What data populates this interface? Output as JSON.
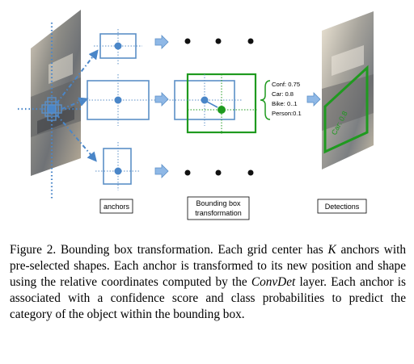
{
  "labels": {
    "anchors": "anchors",
    "transform_line1": "Bounding box",
    "transform_line2": "transformation",
    "detections": "Detections"
  },
  "class_scores": [
    "Conf: 0.75",
    "Car: 0.8",
    "Bike: 0..1",
    "Person:0.1"
  ],
  "detection_overlay": "Car: 0.8",
  "caption": {
    "lead": "Figure 2. Bounding box transformation. Each grid center has ",
    "k": "K",
    "mid": " anchors with pre-selected shapes. Each anchor is transformed to its new position and shape using the relative coordinates computed by the ",
    "convdet": "ConvDet",
    "tail": " layer. Each anchor is associated with a confidence score and class probabilities to predict the category of the object within the bounding box."
  },
  "colors": {
    "anchor_blue": "#5b8fc7",
    "dot_blue": "#4a86c8",
    "box_green": "#1f9a1f",
    "arrow_blue": "#8fb8e6"
  }
}
